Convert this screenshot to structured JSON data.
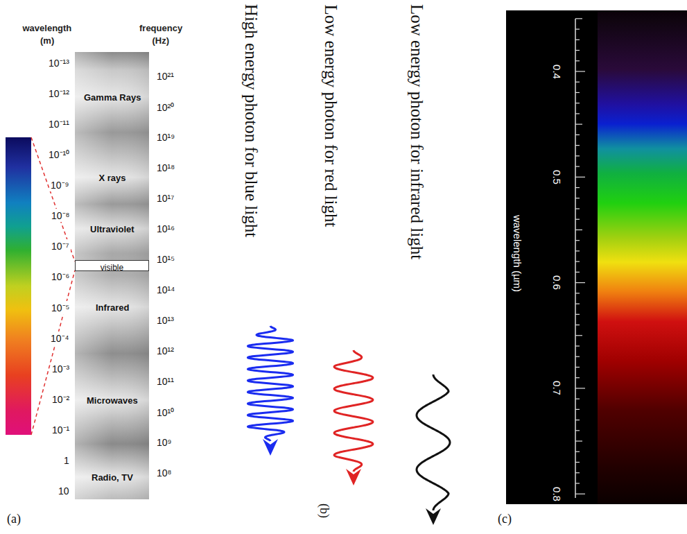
{
  "diagram": {
    "nodes": [
      {
        "text": [
          "visible"
        ]
      }
    ],
    "labels": [
      "wavelength",
      "(m)",
      "frequency",
      "(Hz)",
      "10⁻¹³",
      "10⁻¹²",
      "10⁻¹¹",
      "10⁻¹⁰",
      "10⁻⁹",
      "10⁻⁸",
      "10⁻⁷",
      "10⁻⁶",
      "10⁻⁵",
      "10⁻⁴",
      "10⁻³",
      "10⁻²",
      "10⁻¹",
      "1",
      "10",
      "10²¹",
      "10²⁰",
      "10¹⁹",
      "10¹⁸",
      "10¹⁷",
      "10¹⁶",
      "10¹⁵",
      "10¹⁴",
      "10¹³",
      "10¹²",
      "10¹¹",
      "10¹⁰",
      "10⁹",
      "10⁸",
      "Gamma Rays",
      "X rays",
      "Ultraviolet",
      "Infrared",
      "Microwaves",
      "Radio, TV",
      "(a)",
      "High energy photon for blue light",
      "Low energy photon for red light",
      "Low energy photon for infrared light",
      "(b)",
      "0.4",
      "0.5",
      "0.6",
      "0.7",
      "0.8",
      "wavelength (µm)",
      "(c)"
    ]
  }
}
